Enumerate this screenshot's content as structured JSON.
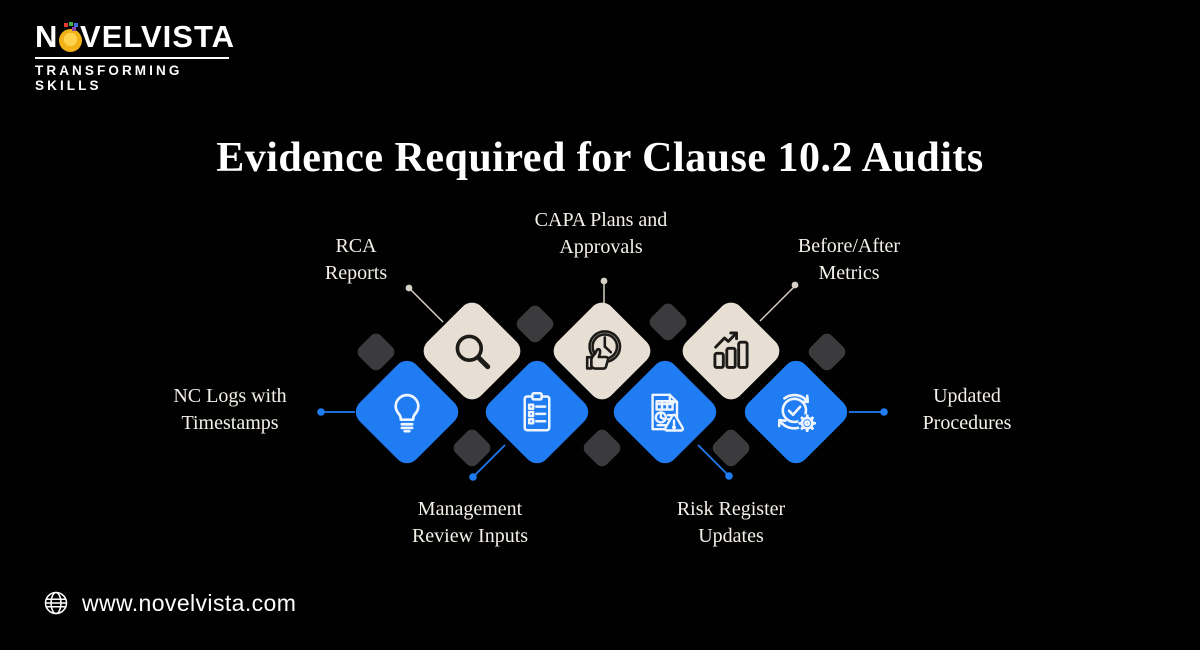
{
  "logo": {
    "brand_prefix": "N",
    "brand_suffix": "VELVISTA",
    "brand_full": "NOVELVISTA",
    "tagline": "TRANSFORMING SKILLS"
  },
  "title": "Evidence Required for Clause 10.2 Audits",
  "diagram": {
    "items": [
      {
        "id": "rca",
        "label": "RCA Reports",
        "icon": "search-icon",
        "shape_color": "beige"
      },
      {
        "id": "capa",
        "label": "CAPA Plans and Approvals",
        "icon": "clock-approval-icon",
        "shape_color": "beige"
      },
      {
        "id": "metrics",
        "label": "Before/After Metrics",
        "icon": "bar-chart-growth-icon",
        "shape_color": "beige"
      },
      {
        "id": "nc-logs",
        "label": "NC Logs with Timestamps",
        "icon": "lightbulb-icon",
        "shape_color": "blue"
      },
      {
        "id": "mgmt-review",
        "label": "Management Review Inputs",
        "icon": "checklist-icon",
        "shape_color": "blue"
      },
      {
        "id": "risk-register",
        "label": "Risk Register Updates",
        "icon": "report-warning-icon",
        "shape_color": "blue"
      },
      {
        "id": "procedures",
        "label": "Updated Procedures",
        "icon": "verified-process-icon",
        "shape_color": "blue"
      }
    ]
  },
  "footer": {
    "website": "www.novelvista.com"
  },
  "colors": {
    "background": "#010101",
    "accent_blue": "#1f7cf2",
    "beige": "#e7dfd4",
    "dark_diamond": "#3b3a3d",
    "title_text": "#ffffff",
    "label_text": "#f4f0e9",
    "light_connector": "#d6d0c7"
  }
}
